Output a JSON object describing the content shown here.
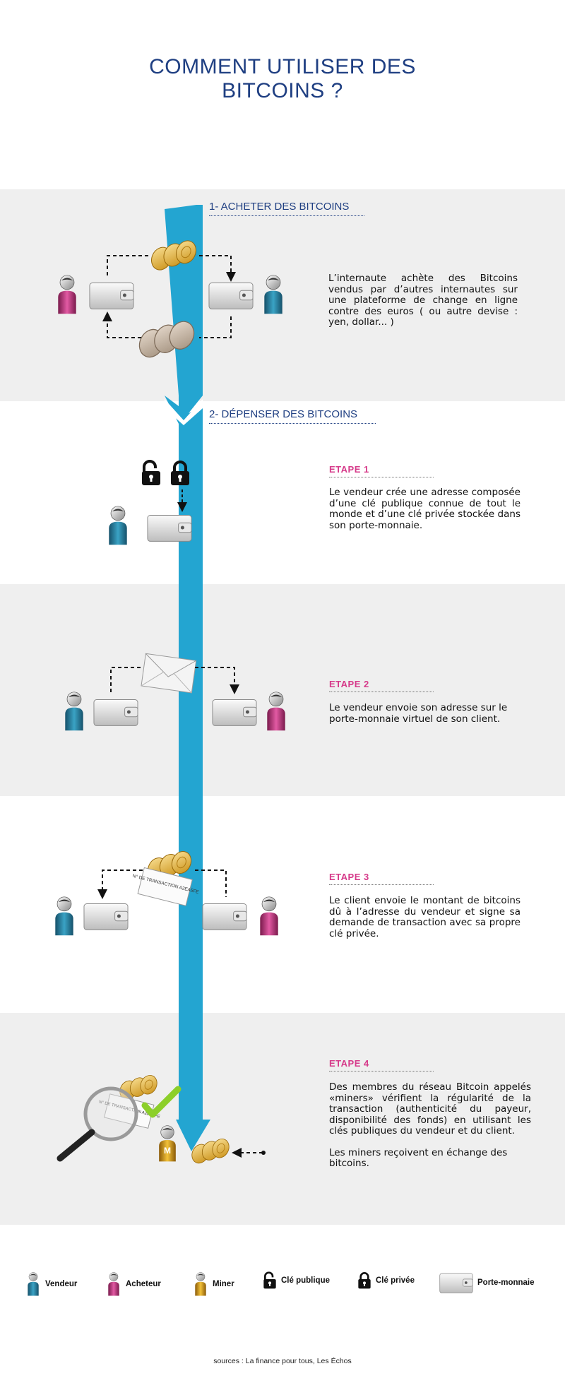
{
  "title_lines": [
    "COMMENT UTILISER DES",
    "BITCOINS ?"
  ],
  "section1": {
    "title": "1- ACHETER DES BITCOINS",
    "text": "L’internaute achète des Bitcoins vendus par d’autres internautes sur une plateforme de change en ligne contre des euros ( ou autre devise : yen, dollar... )"
  },
  "section2": {
    "title": "2- DÉPENSER DES BITCOINS"
  },
  "steps": [
    {
      "label": "ETAPE 1",
      "text": "Le vendeur crée une adresse composée d’une clé publique connue de tout le monde et d’une clé privée stockée dans son porte-monnaie."
    },
    {
      "label": "ETAPE 2",
      "text": "Le vendeur envoie son adresse sur le porte-monnaie virtuel de son client."
    },
    {
      "label": "ETAPE 3",
      "text": "Le client envoie le montant de bitcoins dû à l’adresse du vendeur et signe sa demande de transaction avec sa propre clé privée."
    },
    {
      "label": "ETAPE 4",
      "text": "Des membres du réseau Bitcoin appelés «miners» vérifient la régularité de la transaction (authenticité du payeur, disponibilité des fonds) en utilisant les clés publiques du vendeur et du client.",
      "text2": "Les miners reçoivent en échange des bitcoins."
    }
  ],
  "ticket_text": "N° DE TRANSACTION A2EA5FE",
  "miner_letter": "M",
  "legend": [
    {
      "icon": "seller-icon",
      "label": "Vendeur"
    },
    {
      "icon": "buyer-icon",
      "label": "Acheteur"
    },
    {
      "icon": "miner-icon",
      "label": "Miner"
    },
    {
      "icon": "public-key-icon",
      "label": "Clé publique"
    },
    {
      "icon": "private-key-icon",
      "label": "Clé privée"
    },
    {
      "icon": "wallet-icon",
      "label": "Porte-monnaie"
    }
  ],
  "source": "sources : La finance pour tous, Les Échos",
  "colors": {
    "title_blue": "#1f3f82",
    "arrow_blue": "#23a5d1",
    "step_pink": "#d63a8a",
    "seller_teal": "#2f8fb0",
    "buyer_magenta": "#c2357f",
    "miner_gold": "#d9a21a",
    "band_gray": "#efefef"
  }
}
